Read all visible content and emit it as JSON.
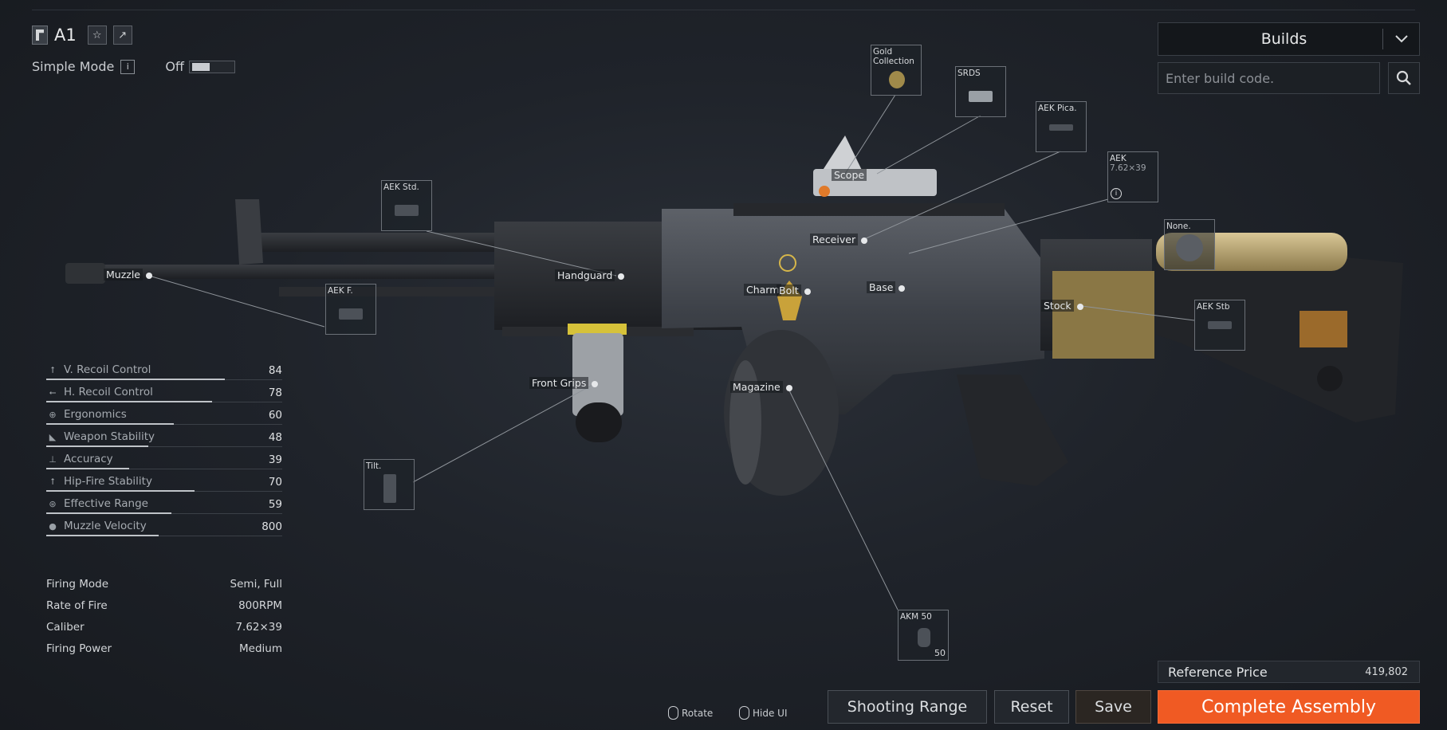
{
  "header": {
    "weapon_name": "A1",
    "simple_mode_label": "Simple Mode",
    "simple_mode_info": "i",
    "simple_mode_state": "Off"
  },
  "builds": {
    "label": "Builds",
    "code_placeholder": "Enter build code."
  },
  "stats": [
    {
      "label": "V. Recoil Control",
      "value": "84",
      "icon": "up-arrow-icon",
      "level": 84
    },
    {
      "label": "H. Recoil Control",
      "value": "78",
      "icon": "left-arrow-icon",
      "level": 78
    },
    {
      "label": "Ergonomics",
      "value": "60",
      "icon": "crosshair-icon",
      "level": 60
    },
    {
      "label": "Weapon Stability",
      "value": "48",
      "icon": "stability-icon",
      "level": 48
    },
    {
      "label": "Accuracy",
      "value": "39",
      "icon": "accuracy-icon",
      "level": 39
    },
    {
      "label": "Hip-Fire Stability",
      "value": "70",
      "icon": "hipfire-icon",
      "level": 70
    },
    {
      "label": "Effective Range",
      "value": "59",
      "icon": "range-icon",
      "level": 59
    },
    {
      "label": "Muzzle Velocity",
      "value": "800",
      "icon": "velocity-icon",
      "level": 53
    }
  ],
  "specs": [
    {
      "label": "Firing Mode",
      "value": "Semi, Full"
    },
    {
      "label": "Rate of Fire",
      "value": "800RPM"
    },
    {
      "label": "Caliber",
      "value": "7.62×39"
    },
    {
      "label": "Firing Power",
      "value": "Medium"
    }
  ],
  "slots": {
    "muzzle": "Muzzle",
    "handguard": "Handguard",
    "front_grips": "Front Grips",
    "scope": "Scope",
    "receiver": "Receiver",
    "charm": "Charm",
    "bolt": "Bolt",
    "base": "Base",
    "magazine": "Magazine",
    "stock": "Stock"
  },
  "parts": {
    "aek_std": "AEK Std.",
    "aek_f": "AEK F.",
    "tilt": "Tilt.",
    "gold_collection": "Gold Collection",
    "srds": "SRDS",
    "aek_pica": "AEK Pica.",
    "aek_receiver": "AEK",
    "aek_receiver_caliber": "7.62×39",
    "none": "None.",
    "aek_stb": "AEK Stb",
    "akm_50": "AKM 50",
    "akm_50_count": "50"
  },
  "footer": {
    "rotate": "Rotate",
    "hide_ui": "Hide UI",
    "shooting_range": "Shooting Range",
    "reset": "Reset",
    "save": "Save",
    "complete": "Complete Assembly",
    "ref_price_label": "Reference Price",
    "ref_price_value": "419,802"
  },
  "colors": {
    "accent": "#f05a23",
    "background": "#1f232a"
  }
}
